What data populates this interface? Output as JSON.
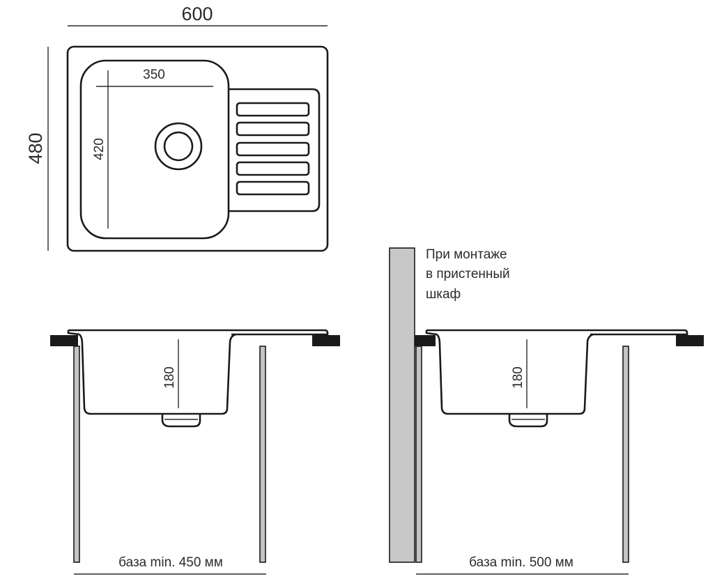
{
  "top_view": {
    "width_label": "600",
    "depth_label": "480",
    "bowl_width_label": "350",
    "bowl_depth_label": "420",
    "drainer_slots": 5
  },
  "section_left": {
    "depth_label": "180",
    "base_label": "база min. 450 мм"
  },
  "section_right": {
    "depth_label": "180",
    "base_label": "база min. 500 мм",
    "note_lines": [
      "При монтаже",
      "в пристенный",
      "шкаф"
    ]
  },
  "colors": {
    "line": "#1a1a1a",
    "wall": "#c8c8c8",
    "leg": "#c4c4c4",
    "counter": "#1a1a1a"
  }
}
